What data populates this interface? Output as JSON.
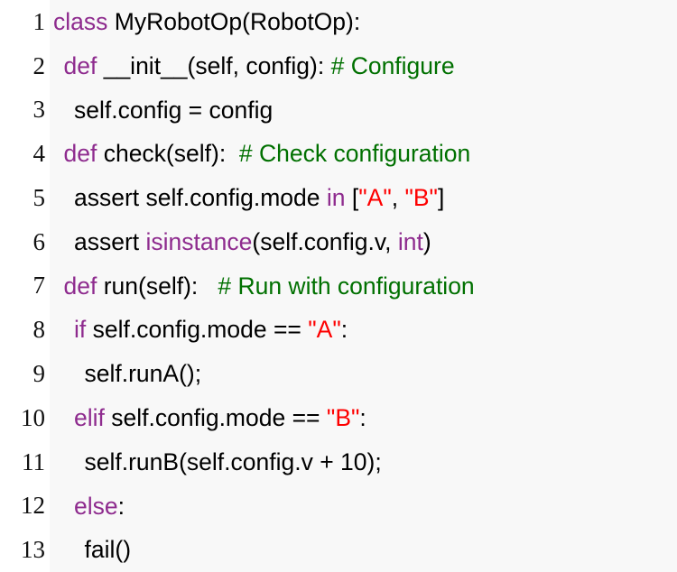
{
  "editor": {
    "name": "code-listing",
    "background_color": "#f8f8f8",
    "gutter_background_color": "#ffffff",
    "default_text_color": "#000000",
    "keyword_color": "#8e2b8e",
    "string_color": "#fe0000",
    "comment_color": "#007000",
    "language": "Python",
    "first_line_number": 1,
    "last_line_number": 13,
    "total_lines": 13
  },
  "lines": [
    {
      "number": "1",
      "indent": 0,
      "plain_text": "class MyRobotOp(RobotOp):",
      "tokens": [
        {
          "text": "class",
          "kind": "kw"
        },
        {
          "text": " MyRobotOp(RobotOp):",
          "kind": "plain"
        }
      ]
    },
    {
      "number": "2",
      "indent": 1,
      "plain_text": "def __init__(self, config): # Configure",
      "tokens": [
        {
          "text": "def",
          "kind": "kw"
        },
        {
          "text": " __init__(self, config): ",
          "kind": "plain"
        },
        {
          "text": "# Configure",
          "kind": "com"
        }
      ]
    },
    {
      "number": "3",
      "indent": 2,
      "plain_text": "self.config = config",
      "tokens": [
        {
          "text": "self.config = config",
          "kind": "plain"
        }
      ]
    },
    {
      "number": "4",
      "indent": 1,
      "plain_text": "def check(self):  # Check configuration",
      "tokens": [
        {
          "text": "def",
          "kind": "kw"
        },
        {
          "text": " check(self):  ",
          "kind": "plain"
        },
        {
          "text": "# Check configuration",
          "kind": "com"
        }
      ]
    },
    {
      "number": "5",
      "indent": 2,
      "plain_text": "assert self.config.mode in [\"A\", \"B\"]",
      "tokens": [
        {
          "text": "assert self.config.mode ",
          "kind": "plain"
        },
        {
          "text": "in",
          "kind": "kw"
        },
        {
          "text": " [",
          "kind": "plain"
        },
        {
          "text": "\"A\"",
          "kind": "str"
        },
        {
          "text": ", ",
          "kind": "plain"
        },
        {
          "text": "\"B\"",
          "kind": "str"
        },
        {
          "text": "]",
          "kind": "plain"
        }
      ]
    },
    {
      "number": "6",
      "indent": 2,
      "plain_text": "assert isinstance(self.config.v, int)",
      "tokens": [
        {
          "text": "assert ",
          "kind": "plain"
        },
        {
          "text": "isinstance",
          "kind": "kw"
        },
        {
          "text": "(self.config.v, ",
          "kind": "plain"
        },
        {
          "text": "int",
          "kind": "kw"
        },
        {
          "text": ")",
          "kind": "plain"
        }
      ]
    },
    {
      "number": "7",
      "indent": 1,
      "plain_text": "def run(self):   # Run with configuration",
      "tokens": [
        {
          "text": "def",
          "kind": "kw"
        },
        {
          "text": " run(self):   ",
          "kind": "plain"
        },
        {
          "text": "# Run with configuration",
          "kind": "com"
        }
      ]
    },
    {
      "number": "8",
      "indent": 2,
      "plain_text": "if self.config.mode == \"A\":",
      "tokens": [
        {
          "text": "if",
          "kind": "kw"
        },
        {
          "text": " self.config.mode == ",
          "kind": "plain"
        },
        {
          "text": "\"A\"",
          "kind": "str"
        },
        {
          "text": ":",
          "kind": "plain"
        }
      ]
    },
    {
      "number": "9",
      "indent": 3,
      "plain_text": "self.runA();",
      "tokens": [
        {
          "text": "self.runA();",
          "kind": "plain"
        }
      ]
    },
    {
      "number": "10",
      "indent": 2,
      "plain_text": "elif self.config.mode == \"B\":",
      "tokens": [
        {
          "text": "elif",
          "kind": "kw"
        },
        {
          "text": " self.config.mode == ",
          "kind": "plain"
        },
        {
          "text": "\"B\"",
          "kind": "str"
        },
        {
          "text": ":",
          "kind": "plain"
        }
      ]
    },
    {
      "number": "11",
      "indent": 3,
      "plain_text": "self.runB(self.config.v + 10);",
      "tokens": [
        {
          "text": "self.runB(self.config.v + 10);",
          "kind": "plain"
        }
      ]
    },
    {
      "number": "12",
      "indent": 2,
      "plain_text": "else:",
      "tokens": [
        {
          "text": "else",
          "kind": "kw"
        },
        {
          "text": ":",
          "kind": "plain"
        }
      ]
    },
    {
      "number": "13",
      "indent": 3,
      "plain_text": "fail()",
      "tokens": [
        {
          "text": "fail()",
          "kind": "plain"
        }
      ]
    }
  ]
}
